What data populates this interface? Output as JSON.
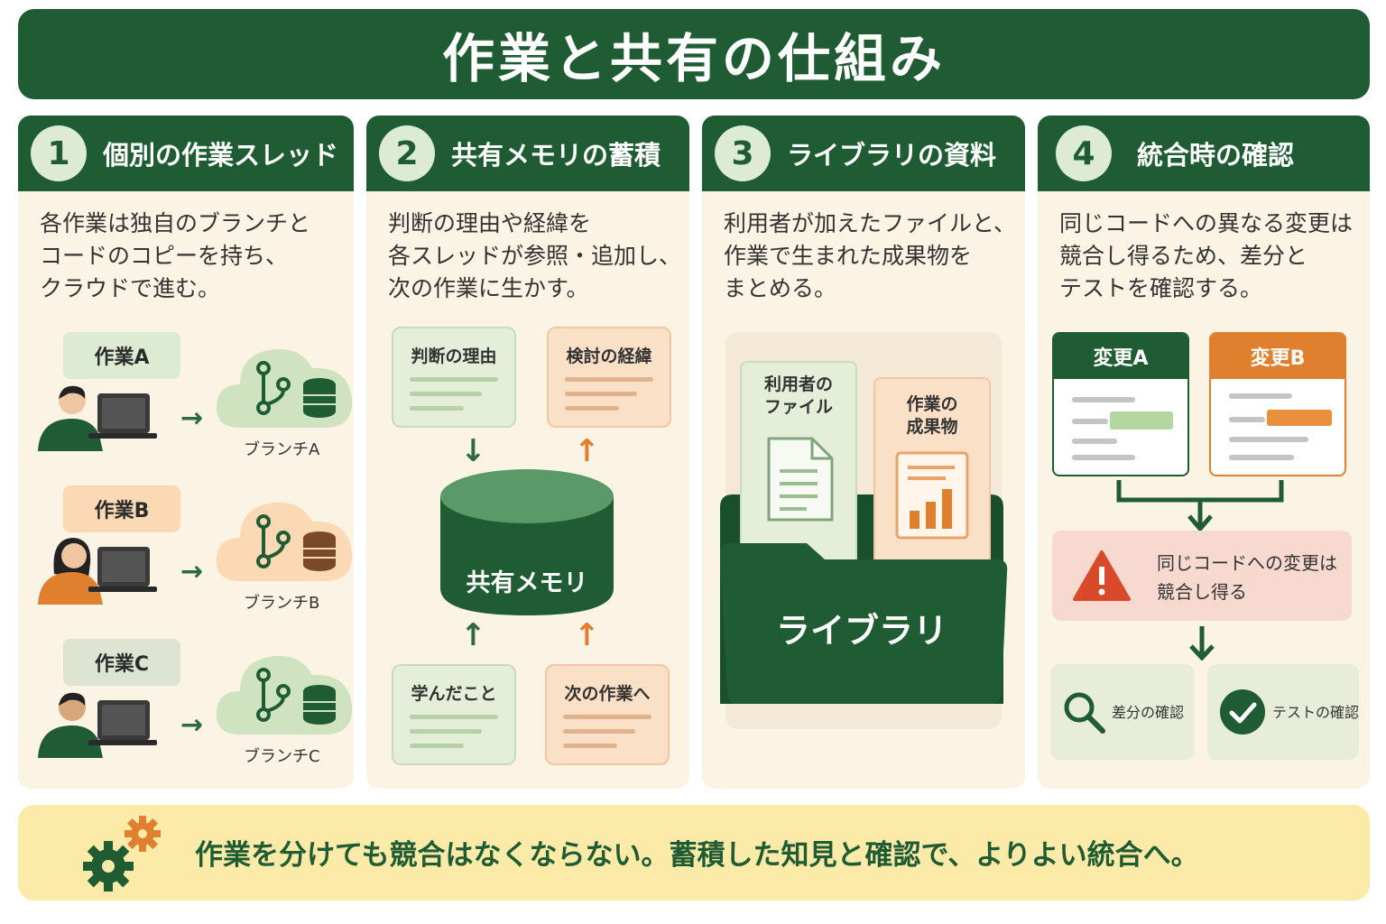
{
  "title": "作業と共有の仕組み",
  "panels": [
    {
      "number": "1",
      "title": "個別の作業スレッド",
      "desc": [
        "各作業は独自のブランチと",
        "コードのコピーを持ち、",
        "クラウドで進む。"
      ],
      "tasks": [
        {
          "tag": "作業A",
          "branch": "ブランチA"
        },
        {
          "tag": "作業B",
          "branch": "ブランチB"
        },
        {
          "tag": "作業C",
          "branch": "ブランチC"
        }
      ]
    },
    {
      "number": "2",
      "title": "共有メモリの蓄積",
      "desc": [
        "判断の理由や経緯を",
        "各スレッドが参照・追加し、",
        "次の作業に生かす。"
      ],
      "notes": {
        "reason": "判断の理由",
        "history": "検討の経緯",
        "learned": "学んだこと",
        "next": "次の作業へ"
      },
      "memory_label": "共有メモリ"
    },
    {
      "number": "3",
      "title": "ライブラリの資料",
      "desc": [
        "利用者が加えたファイルと、",
        "作業で生まれた成果物を",
        "まとめる。"
      ],
      "user_files": [
        "利用者の",
        "ファイル"
      ],
      "artifacts": [
        "作業の",
        "成果物"
      ],
      "library_label": "ライブラリ"
    },
    {
      "number": "4",
      "title": "統合時の確認",
      "desc": [
        "同じコードへの異なる変更は",
        "競合し得るため、差分と",
        "テストを確認する。"
      ],
      "change_a": "変更A",
      "change_b": "変更B",
      "warning": [
        "同じコードへの変更は",
        "競合し得る"
      ],
      "diff_check": "差分の確認",
      "test_check": "テストの確認"
    }
  ],
  "footer": "作業を分けても競合はなくならない。蓄積した知見と確認で、よりよい統合へ。",
  "colors": {
    "dark_green": "#1f5c33",
    "light_green": "#dcebd2",
    "orange": "#e07f2e",
    "panel_bg": "#fbf3e3",
    "footer_bg": "#fbeaa8",
    "warning_red": "#d94a2b"
  }
}
